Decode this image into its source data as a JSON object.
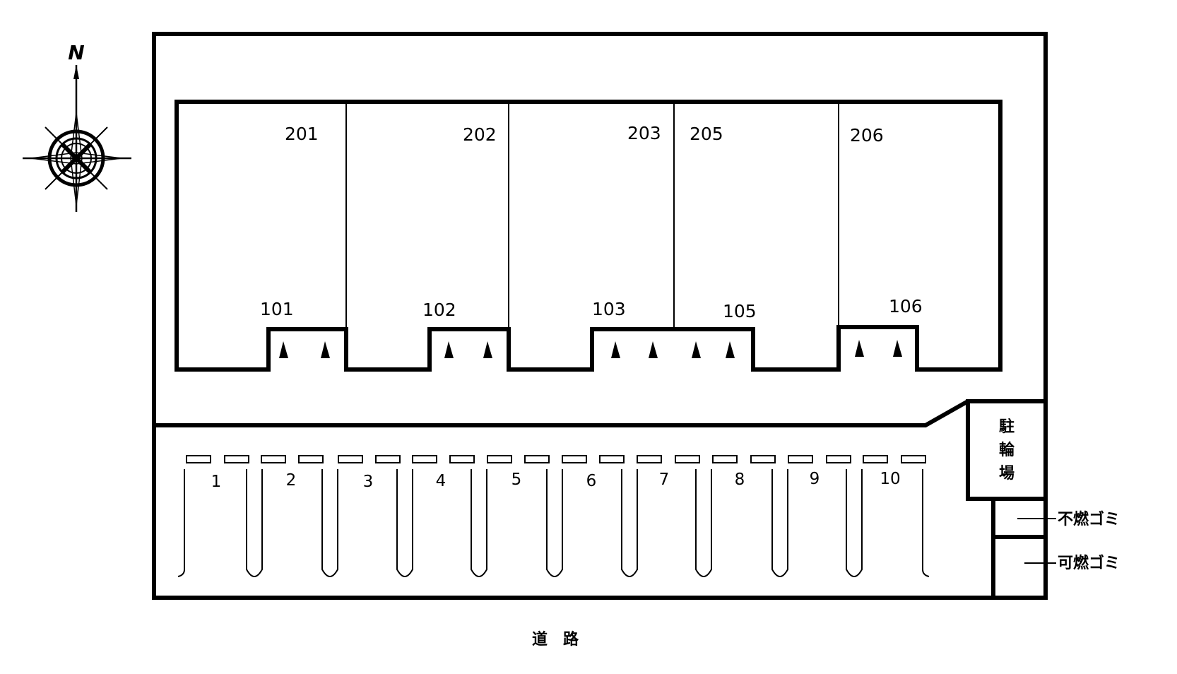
{
  "compass": {
    "north_label": "N"
  },
  "upper_units": [
    "201",
    "202",
    "203",
    "205",
    "206"
  ],
  "lower_units": [
    "101",
    "102",
    "103",
    "105",
    "106"
  ],
  "parking_numbers": [
    "1",
    "2",
    "3",
    "4",
    "5",
    "6",
    "7",
    "8",
    "9",
    "10"
  ],
  "bicycle_parking": [
    "駐",
    "輪",
    "場"
  ],
  "garbage": {
    "non_burnable": "不燃ゴミ",
    "burnable": "可燃ゴミ"
  },
  "road_label": "道　路"
}
